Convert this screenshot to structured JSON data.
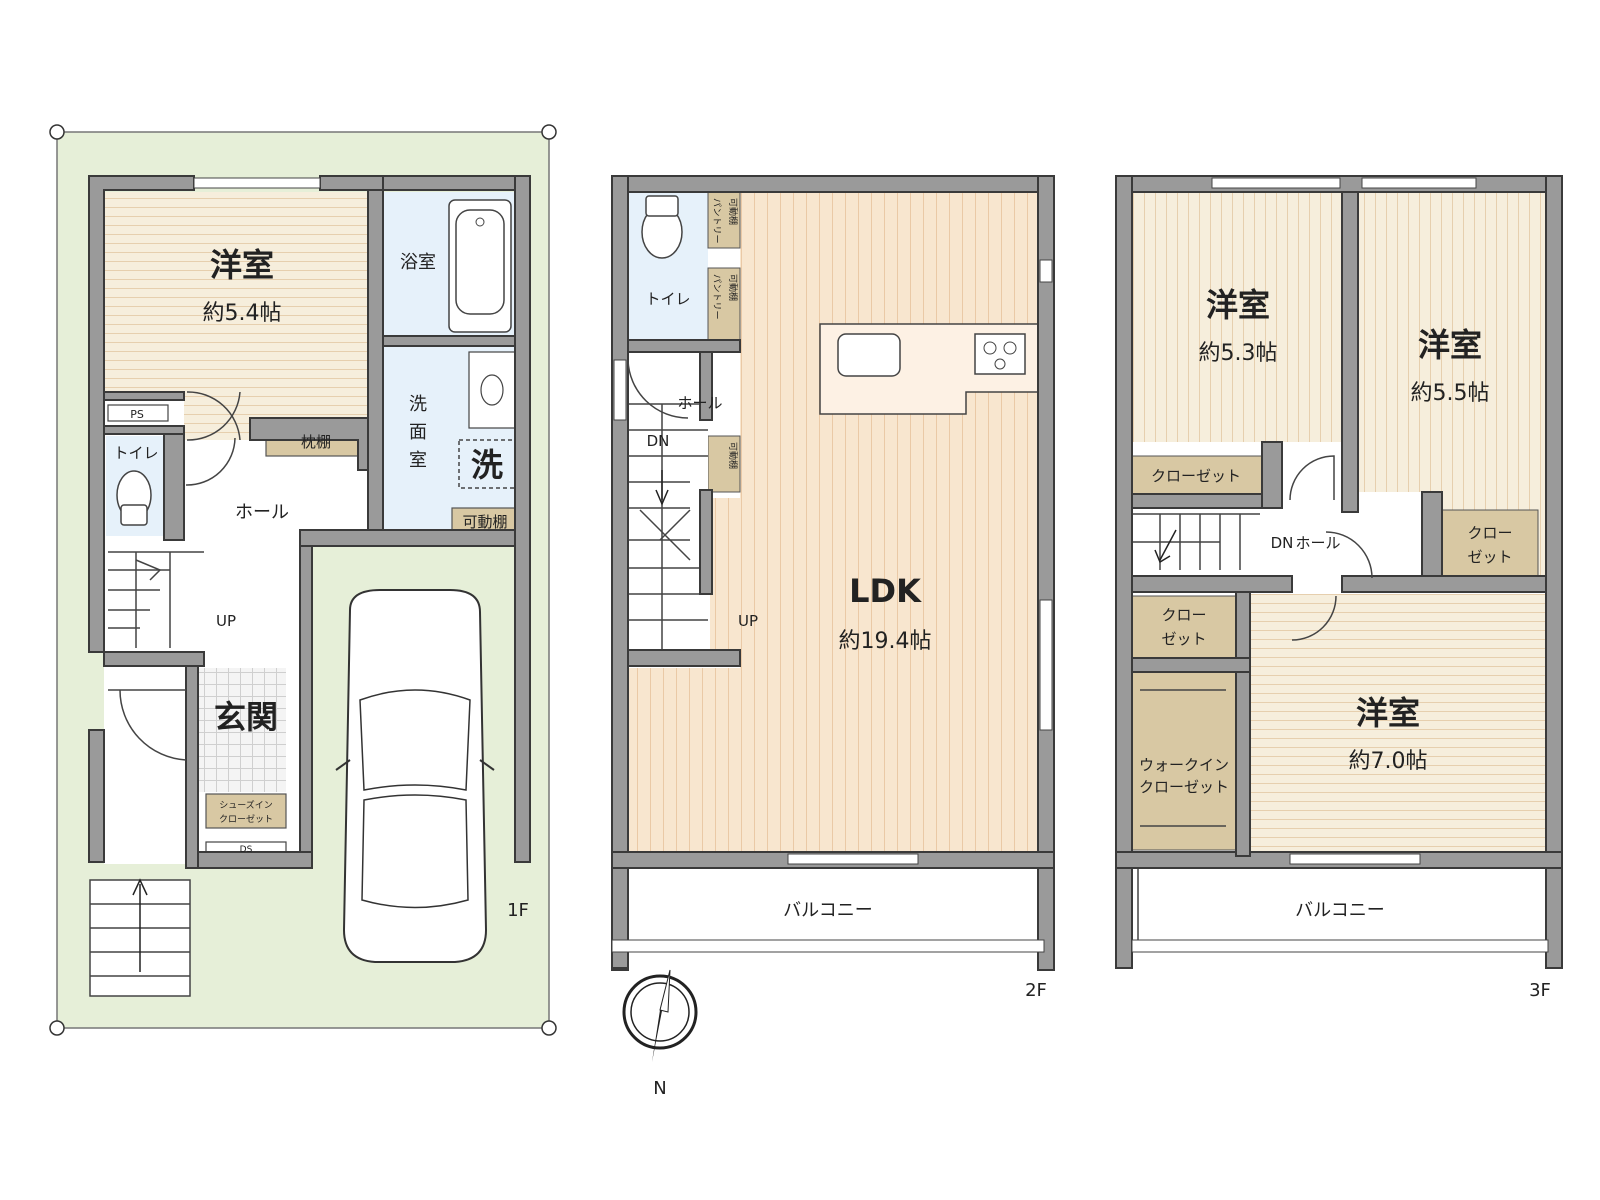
{
  "floors": {
    "f1": {
      "label": "1F",
      "rooms": {
        "western": {
          "name": "洋室",
          "area": "約5.4帖"
        },
        "bath": "浴室",
        "washroom": "洗\n面\n室",
        "washer": "洗",
        "movable_shelf": "可動棚",
        "pillow_shelf": "枕棚",
        "toilet": "トイレ",
        "hall": "ホール",
        "entrance": "玄関",
        "shoes_closet_1": "シューズイン",
        "shoes_closet_2": "クローゼット",
        "ps": "PS",
        "ds": "DS",
        "up": "UP"
      }
    },
    "f2": {
      "label": "2F",
      "rooms": {
        "ldk": {
          "name": "LDK",
          "area": "約19.4帖"
        },
        "toilet": "トイレ",
        "hall": "ホール",
        "pantry": "パントリー",
        "movable_shelf": "可動棚",
        "dn": "DN",
        "up": "UP",
        "balcony": "バルコニー"
      }
    },
    "f3": {
      "label": "3F",
      "rooms": {
        "western_a": {
          "name": "洋室",
          "area": "約5.3帖"
        },
        "western_b": {
          "name": "洋室",
          "area": "約5.5帖"
        },
        "western_c": {
          "name": "洋室",
          "area": "約7.0帖"
        },
        "closet": "クローゼット",
        "closet_2a": "クロー",
        "closet_2b": "ゼット",
        "walkin_1": "ウォークイン",
        "walkin_2": "クローゼット",
        "dn": "DN",
        "hall": "ホール",
        "balcony": "バルコニー"
      }
    }
  },
  "compass": {
    "north": "N"
  },
  "colors": {
    "lot": "#e6efd8",
    "wall": "#9a9a9a",
    "wood_light": "#f6eedc",
    "wood_ldk": "#f8e6cf",
    "wet_area": "#e6f1fa",
    "storage": "#d8c8a3",
    "tile": "#efefef"
  }
}
